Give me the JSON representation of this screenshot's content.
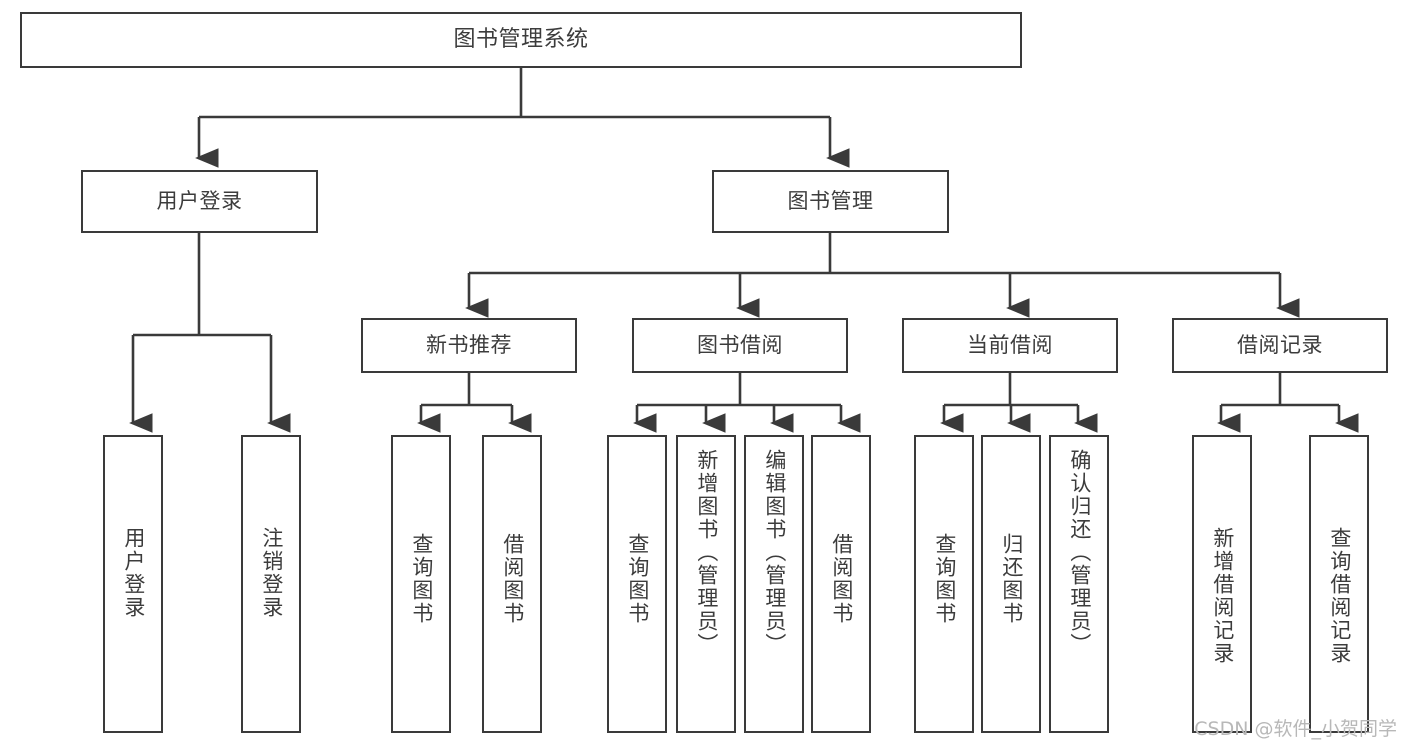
{
  "diagram": {
    "title": "图书管理系统",
    "type": "tree",
    "watermark": "CSDN @软件_小贺同学",
    "edge_color": "#3a3a3a",
    "box_border_color": "#3a3a3a",
    "text_color": "#3c3c3c",
    "background": "#ffffff",
    "levels": {
      "root": {
        "label": "图书管理系统"
      },
      "level1": [
        {
          "label": "用户登录"
        },
        {
          "label": "图书管理"
        }
      ],
      "level2": [
        {
          "label": "新书推荐"
        },
        {
          "label": "图书借阅"
        },
        {
          "label": "当前借阅"
        },
        {
          "label": "借阅记录"
        }
      ],
      "leaves": {
        "user_login": [
          {
            "label": "用户登录"
          },
          {
            "label": "注销登录"
          }
        ],
        "new_book_recommend": [
          {
            "label": "查询图书"
          },
          {
            "label": "借阅图书"
          }
        ],
        "book_borrow": [
          {
            "label": "查询图书"
          },
          {
            "label": "新增图书（管理员）"
          },
          {
            "label": "编辑图书（管理员）"
          },
          {
            "label": "借阅图书"
          }
        ],
        "current_borrow": [
          {
            "label": "查询图书"
          },
          {
            "label": "归还图书"
          },
          {
            "label": "确认归还（管理员）"
          }
        ],
        "borrow_record": [
          {
            "label": "新增借阅记录"
          },
          {
            "label": "查询借阅记录"
          }
        ]
      }
    }
  }
}
